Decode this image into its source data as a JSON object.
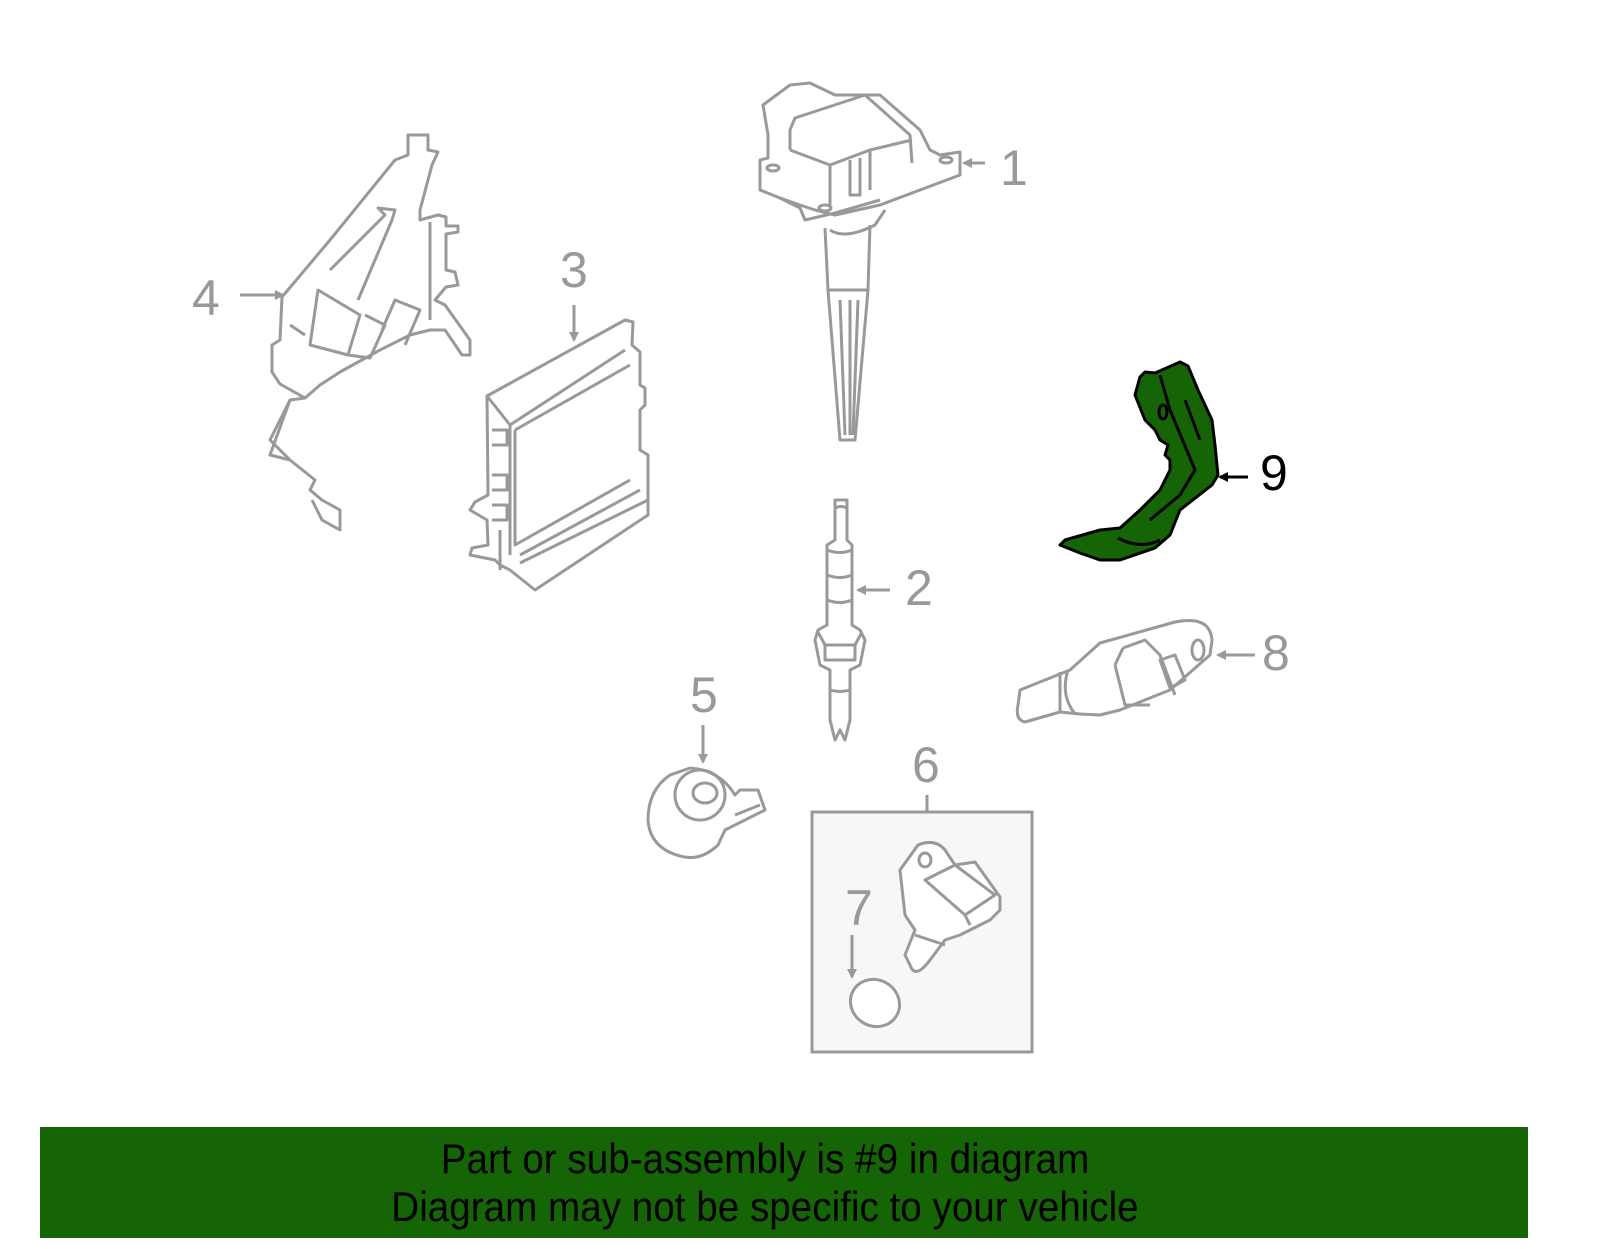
{
  "diagram": {
    "highlighted_part": "9",
    "colors": {
      "line": "#999999",
      "highlight_fill": "#156406",
      "highlight_stroke": "#000000",
      "box_fill": "#f7f7f7",
      "banner": "#156406"
    },
    "parts": [
      {
        "number": "1",
        "name": "ignition-coil"
      },
      {
        "number": "2",
        "name": "spark-plug"
      },
      {
        "number": "3",
        "name": "engine-control-module"
      },
      {
        "number": "4",
        "name": "ecm-bracket"
      },
      {
        "number": "5",
        "name": "knock-sensor"
      },
      {
        "number": "6",
        "name": "camshaft-position-sensor"
      },
      {
        "number": "7",
        "name": "o-ring"
      },
      {
        "number": "8",
        "name": "crankshaft-position-sensor"
      },
      {
        "number": "9",
        "name": "heat-shield"
      }
    ]
  },
  "banner": {
    "line1": "Part or sub-assembly is #9 in diagram",
    "line2": "Diagram may not be specific to your vehicle"
  }
}
